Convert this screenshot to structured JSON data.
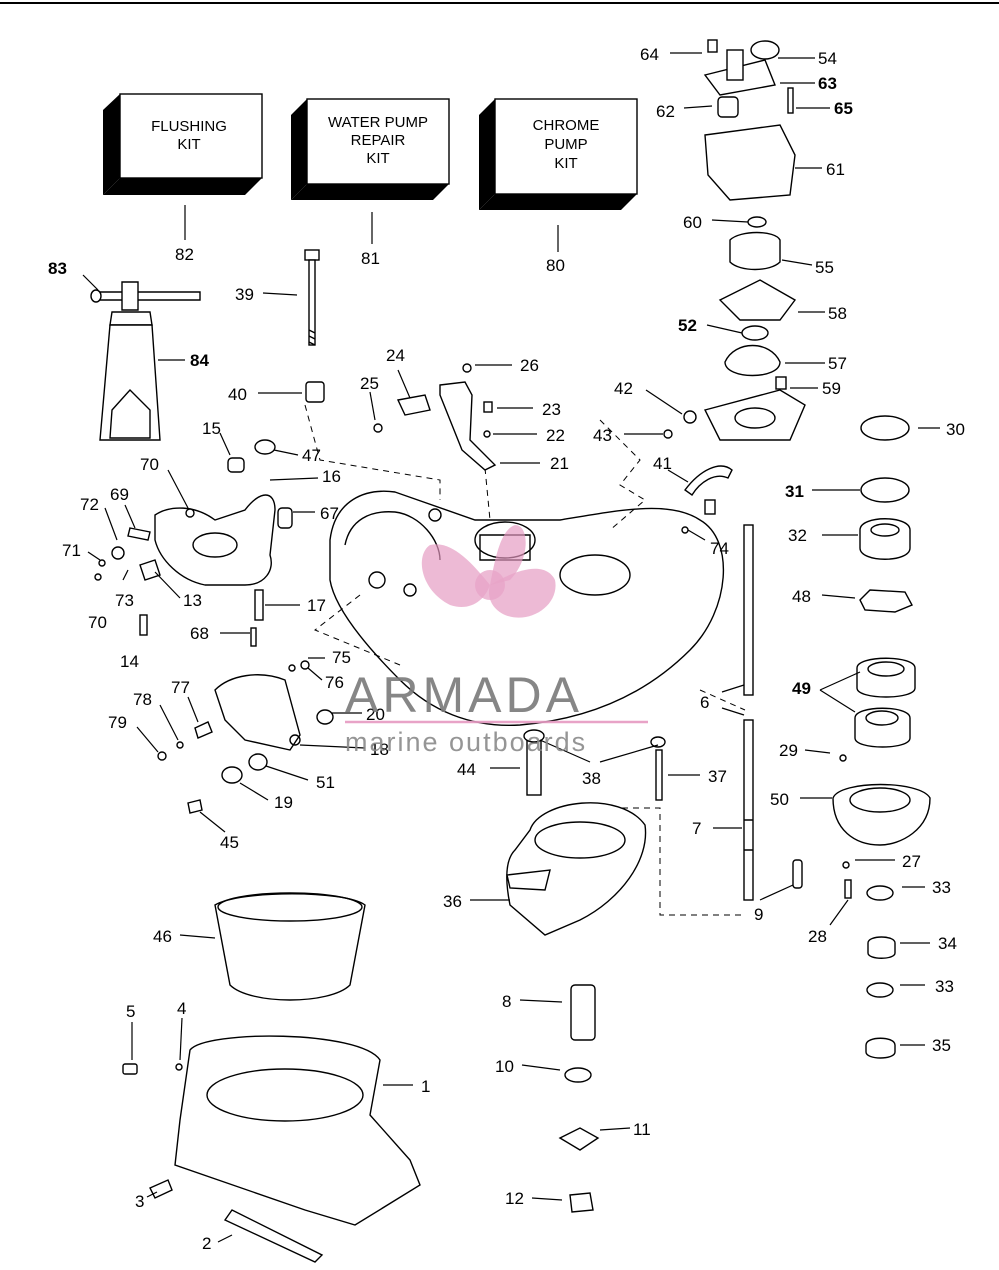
{
  "kits": [
    {
      "lines": [
        "FLUSHING",
        "KIT"
      ],
      "part_no": "82"
    },
    {
      "lines": [
        "WATER PUMP",
        "REPAIR",
        "KIT"
      ],
      "part_no": "81"
    },
    {
      "lines": [
        "CHROME",
        "PUMP",
        "KIT"
      ],
      "part_no": "80"
    }
  ],
  "callouts": [
    "64",
    "54",
    "63",
    "62",
    "65",
    "61",
    "60",
    "55",
    "58",
    "52",
    "57",
    "59",
    "30",
    "31",
    "32",
    "48",
    "49",
    "29",
    "50",
    "27",
    "33",
    "34",
    "35",
    "28",
    "83",
    "39",
    "84",
    "40",
    "25",
    "24",
    "26",
    "23",
    "22",
    "21",
    "42",
    "43",
    "41",
    "74",
    "15",
    "47",
    "16",
    "70",
    "72",
    "69",
    "67",
    "71",
    "73",
    "13",
    "17",
    "68",
    "14",
    "75",
    "76",
    "78",
    "77",
    "79",
    "20",
    "18",
    "51",
    "19",
    "45",
    "44",
    "38",
    "37",
    "6",
    "7",
    "9",
    "36",
    "46",
    "5",
    "4",
    "1",
    "3",
    "2",
    "8",
    "10",
    "11",
    "12"
  ],
  "watermark": {
    "brand": "ARMADA",
    "tagline": "marine outboards",
    "logo_color": "#e69ac2"
  }
}
